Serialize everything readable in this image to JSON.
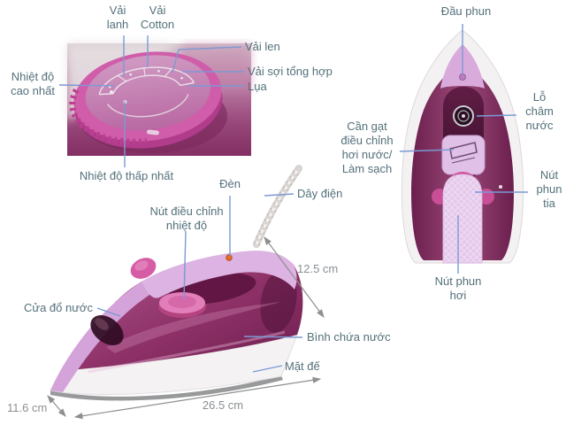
{
  "colors": {
    "background": "#ffffff",
    "label_text": "#54707b",
    "leader_line": "#7b9ad4",
    "dimension_text": "#8b9094",
    "dimension_arrow": "#8f8f8f",
    "iron_magenta": "#8c3a6c",
    "iron_lavender": "#d9abdd",
    "iron_pink_accent": "#d2519d"
  },
  "annotations": {
    "vai_lanh": {
      "text": "Vải lanh",
      "lines": [
        "Vải",
        "lanh"
      ]
    },
    "vai_cotton": {
      "text": "Vải Cotton",
      "lines": [
        "Vải",
        "Cotton"
      ]
    },
    "vai_len": {
      "text": "Vải len",
      "lines": [
        "Vải len"
      ]
    },
    "vai_soi_tong_hop": {
      "text": "Vải sợi tổng hợp",
      "lines": [
        "Vải sợi tổng hợp"
      ]
    },
    "lua": {
      "text": "Lụa",
      "lines": [
        "Lụa"
      ]
    },
    "nhiet_do_cao_nhat": {
      "text": "Nhiệt độ cao nhất",
      "lines": [
        "Nhiệt độ",
        "cao nhất"
      ]
    },
    "nhiet_do_thap_nhat": {
      "text": "Nhiệt độ thấp nhất",
      "lines": [
        "Nhiệt độ thấp nhất"
      ]
    },
    "dau_phun": {
      "text": "Đầu phun",
      "lines": [
        "Đầu phun"
      ]
    },
    "lo_cham_nuoc": {
      "text": "Lỗ châm nước",
      "lines": [
        "Lỗ",
        "châm",
        "nước"
      ]
    },
    "can_gat": {
      "text": "Cần gạt điều chỉnh hơi nước/ Làm sạch",
      "lines": [
        "Cần gạt",
        "điều chỉnh",
        "hơi nước/",
        "Làm sạch"
      ]
    },
    "nut_phun_tia": {
      "text": "Nút phun tia",
      "lines": [
        "Nút",
        "phun",
        "tia"
      ]
    },
    "nut_phun_hoi": {
      "text": "Nút phun hơi",
      "lines": [
        "Nút phun",
        "hơi"
      ]
    },
    "den": {
      "text": "Đèn",
      "lines": [
        "Đèn"
      ]
    },
    "day_dien": {
      "text": "Dây điện",
      "lines": [
        "Dây điện"
      ]
    },
    "nut_dieu_chinh_nhiet_do": {
      "text": "Nút điều chỉnh nhiệt độ",
      "lines": [
        "Nút điều chỉnh",
        "nhiệt độ"
      ]
    },
    "cua_do_nuoc": {
      "text": "Cửa đổ nước",
      "lines": [
        "Cửa đổ nước"
      ]
    },
    "binh_chua_nuoc": {
      "text": "Bình chứa nước",
      "lines": [
        "Bình chứa nước"
      ]
    },
    "mat_de": {
      "text": "Mặt đế",
      "lines": [
        "Mặt đế"
      ]
    }
  },
  "dimensions": {
    "height": {
      "text": "12.5 cm"
    },
    "length": {
      "text": "26.5 cm"
    },
    "width": {
      "text": "11.6 cm"
    }
  }
}
